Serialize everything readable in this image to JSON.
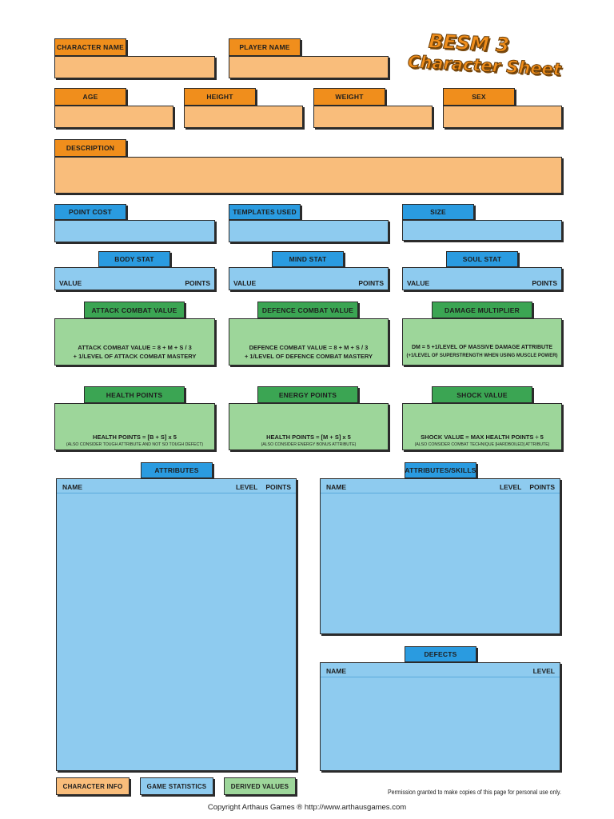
{
  "title": {
    "line1": "BESM 3",
    "line2": "Character Sheet"
  },
  "character_info": {
    "character_name": "CHARACTER NAME",
    "player_name": "PLAYER NAME",
    "age": "AGE",
    "height": "HEIGHT",
    "weight": "WEIGHT",
    "sex": "SEX",
    "description": "DESCRIPTION"
  },
  "game_info": {
    "point_cost": "POINT COST",
    "templates_used": "TEMPLATES USED",
    "size": "SIZE"
  },
  "stats": [
    {
      "label": "BODY STAT",
      "value": "VALUE",
      "points": "POINTS"
    },
    {
      "label": "MIND STAT",
      "value": "VALUE",
      "points": "POINTS"
    },
    {
      "label": "SOUL STAT",
      "value": "VALUE",
      "points": "POINTS"
    }
  ],
  "combat": [
    {
      "label": "ATTACK COMBAT VALUE",
      "line1": "ATTACK COMBAT VALUE = 8 + M + S / 3",
      "line2": "+ 1/LEVEL OF ATTACK COMBAT MASTERY"
    },
    {
      "label": "DEFENCE COMBAT VALUE",
      "line1": "DEFENCE COMBAT VALUE = 8 + M + S / 3",
      "line2": "+ 1/LEVEL OF DEFENCE COMBAT MASTERY"
    },
    {
      "label": "DAMAGE MULTIPLIER",
      "line1": "DM = 5 +1/LEVEL OF MASSIVE DAMAGE ATTRIBUTE",
      "line2": "(+1/LEVEL OF SUPERSTRENGTH WHEN USING MUSCLE POWER)"
    }
  ],
  "derived": [
    {
      "label": "HEALTH POINTS",
      "line1": "HEALTH POINTS = [B + S] x 5",
      "line2": "(ALSO CONSIDER TOUGH ATTRIBUTE AND NOT SO TOUGH DEFECT)"
    },
    {
      "label": "ENERGY POINTS",
      "line1": "HEALTH POINTS = [M + S] x 5",
      "line2": "(ALSO CONSIDER ENERGY BONUS ATTRIBUTE)"
    },
    {
      "label": "SHOCK VALUE",
      "line1": "SHOCK VALUE = MAX HEALTH POINTS ÷ 5",
      "line2": "(ALSO CONSIDER COMBAT TECHNIQUE [HARDBOILED] ATTRIBUTE)"
    }
  ],
  "attributes": {
    "label": "ATTRIBUTES",
    "name": "NAME",
    "level": "LEVEL",
    "points": "POINTS"
  },
  "attributes_skills": {
    "label": "ATTRIBUTES/SKILLS",
    "name": "NAME",
    "level": "LEVEL",
    "points": "POINTS"
  },
  "defects": {
    "label": "DEFECTS",
    "name": "NAME",
    "level": "LEVEL"
  },
  "legend": {
    "character_info": "CHARACTER INFO",
    "game_statistics": "GAME STATISTICS",
    "derived_values": "DERIVED VALUES"
  },
  "permission": "Permission granted to make copies of this page for personal use only.",
  "copyright": "Copyright Arthaus Games ® http://www.arthausgames.com",
  "colors": {
    "orange_tab": "#f08e1c",
    "orange_box": "#f9bd7b",
    "blue_tab": "#2a9be0",
    "blue_box": "#8ecbef",
    "green_tab": "#3ba553",
    "green_box": "#9dd69a"
  }
}
